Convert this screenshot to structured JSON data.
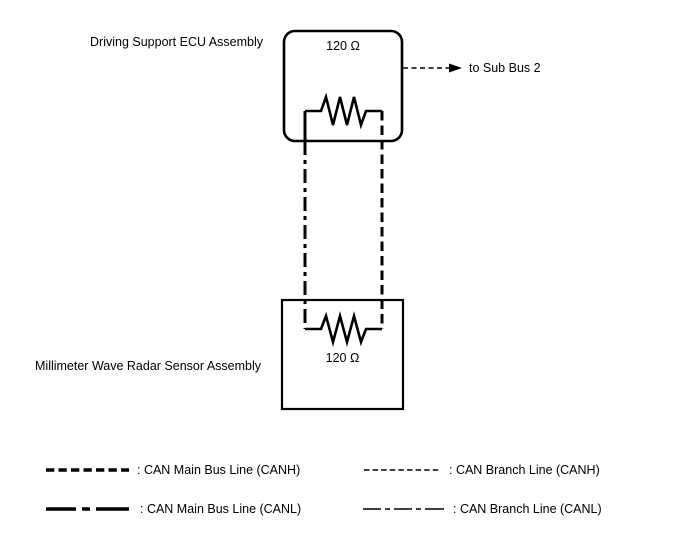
{
  "colors": {
    "ink": "#000000",
    "background": "#ffffff"
  },
  "diagram": {
    "top_module": {
      "label": "Driving Support ECU Assembly",
      "resistor_value": "120 Ω"
    },
    "arrow_label": "to Sub Bus 2",
    "bottom_module": {
      "label": "Millimeter Wave Radar Sensor Assembly",
      "resistor_value": "120 Ω"
    }
  },
  "legend": {
    "items": [
      {
        "label": ": CAN Main Bus Line (CANH)",
        "style": "thick-dashed"
      },
      {
        "label": ": CAN Main Bus Line (CANL)",
        "style": "thick-dash-dot"
      },
      {
        "label": ": CAN Branch Line (CANH)",
        "style": "thin-dashed"
      },
      {
        "label": ": CAN Branch Line (CANL)",
        "style": "thin-dash-dot"
      }
    ]
  }
}
